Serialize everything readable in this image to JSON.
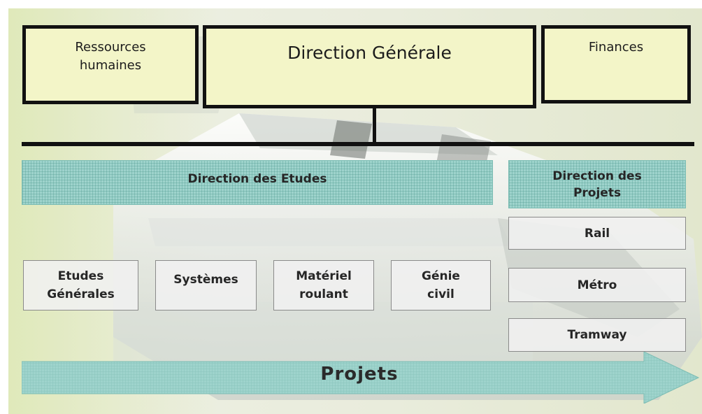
{
  "top": {
    "rh_line1": "Ressources",
    "rh_line2": "humaines",
    "dg": "Direction Générale",
    "finances": "Finances"
  },
  "middle": {
    "etudes": "Direction des Etudes",
    "projets_line1": "Direction des",
    "projets_line2": "Projets"
  },
  "etudes_units": [
    {
      "line1": "Etudes",
      "line2": "Générales"
    },
    {
      "line1": "Systèmes",
      "line2": ""
    },
    {
      "line1": "Matériel",
      "line2": "roulant"
    },
    {
      "line1": "Génie",
      "line2": "civil"
    }
  ],
  "projets_units": [
    "Rail",
    "Métro",
    "Tramway"
  ],
  "arrow_label": "Projets",
  "colors": {
    "top_box_fill": "#f3f5c8",
    "teal": "#9ed3cc",
    "grey_box": "#f0f0f0",
    "line": "#111111"
  }
}
